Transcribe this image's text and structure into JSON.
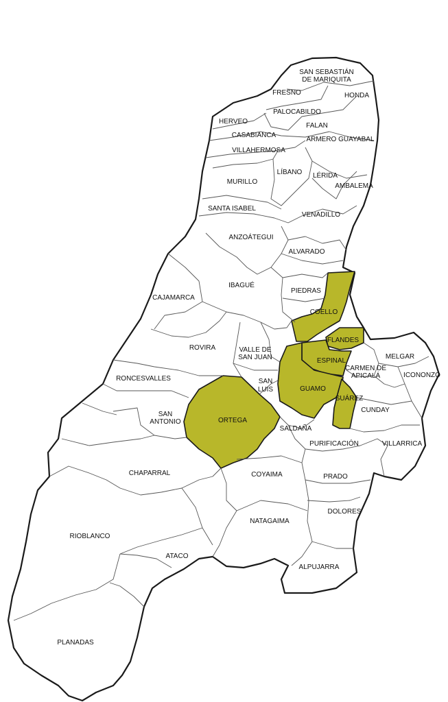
{
  "map": {
    "highlight_color": "#b8b72a",
    "outline_color": "#1a1a1a",
    "border_color": "#555555",
    "highlighted": [
      "COELLO",
      "FLANDES",
      "ESPINAL",
      "GUAMO",
      "SUÁREZ",
      "ORTEGA"
    ],
    "municipalities": [
      {
        "id": "mariquita",
        "name": "SAN SEBASTIÁN DE MARIQUITA",
        "lines": [
          "SAN SEBASTIÁN",
          "DE MARIQUITA"
        ],
        "highlight": false
      },
      {
        "id": "fresno",
        "name": "FRESNO",
        "lines": [
          "FRESNO"
        ],
        "highlight": false
      },
      {
        "id": "honda",
        "name": "HONDA",
        "lines": [
          "HONDA"
        ],
        "highlight": false
      },
      {
        "id": "palocabildo",
        "name": "PALOCABILDO",
        "lines": [
          "PALOCABILDO"
        ],
        "highlight": false
      },
      {
        "id": "herveo",
        "name": "HERVEO",
        "lines": [
          "HERVEO"
        ],
        "highlight": false
      },
      {
        "id": "falan",
        "name": "FALAN",
        "lines": [
          "FALAN"
        ],
        "highlight": false
      },
      {
        "id": "casabianca",
        "name": "CASABIANCA",
        "lines": [
          "CASABIANCA"
        ],
        "highlight": false
      },
      {
        "id": "armero",
        "name": "ARMERO GUAYABAL",
        "lines": [
          "ARMERO GUAYABAL"
        ],
        "highlight": false
      },
      {
        "id": "villahermosa",
        "name": "VILLAHERMOSA",
        "lines": [
          "VILLAHERMOSA"
        ],
        "highlight": false
      },
      {
        "id": "libano",
        "name": "LÍBANO",
        "lines": [
          "LÍBANO"
        ],
        "highlight": false
      },
      {
        "id": "lerida",
        "name": "LÉRIDA",
        "lines": [
          "LÉRIDA"
        ],
        "highlight": false
      },
      {
        "id": "murillo",
        "name": "MURILLO",
        "lines": [
          "MURILLO"
        ],
        "highlight": false
      },
      {
        "id": "ambalema",
        "name": "AMBALEMA",
        "lines": [
          "AMBALEMA"
        ],
        "highlight": false
      },
      {
        "id": "santa-isabel",
        "name": "SANTA ISABEL",
        "lines": [
          "SANTA ISABEL"
        ],
        "highlight": false
      },
      {
        "id": "venadillo",
        "name": "VENADILLO",
        "lines": [
          "VENADILLO"
        ],
        "highlight": false
      },
      {
        "id": "anzoategui",
        "name": "ANZOÁTEGUI",
        "lines": [
          "ANZOÁTEGUI"
        ],
        "highlight": false
      },
      {
        "id": "alvarado",
        "name": "ALVARADO",
        "lines": [
          "ALVARADO"
        ],
        "highlight": false
      },
      {
        "id": "ibague",
        "name": "IBAGUÉ",
        "lines": [
          "IBAGUÉ"
        ],
        "highlight": false
      },
      {
        "id": "piedras",
        "name": "PIEDRAS",
        "lines": [
          "PIEDRAS"
        ],
        "highlight": false
      },
      {
        "id": "cajamarca",
        "name": "CAJAMARCA",
        "lines": [
          "CAJAMARCA"
        ],
        "highlight": false
      },
      {
        "id": "coello",
        "name": "COELLO",
        "lines": [
          "COELLO"
        ],
        "highlight": true
      },
      {
        "id": "flandes",
        "name": "FLANDES",
        "lines": [
          "FLANDES"
        ],
        "highlight": true
      },
      {
        "id": "rovira",
        "name": "ROVIRA",
        "lines": [
          "ROVIRA"
        ],
        "highlight": false
      },
      {
        "id": "valle-san-juan",
        "name": "VALLE DE SAN JUAN",
        "lines": [
          "VALLE DE",
          "SAN JUAN"
        ],
        "highlight": false
      },
      {
        "id": "espinal",
        "name": "ESPINAL",
        "lines": [
          "ESPINAL"
        ],
        "highlight": true
      },
      {
        "id": "melgar",
        "name": "MELGAR",
        "lines": [
          "MELGAR"
        ],
        "highlight": false
      },
      {
        "id": "carmen-apicala",
        "name": "CARMEN DE APICALÁ",
        "lines": [
          "CARMEN DE",
          "APICALÁ"
        ],
        "highlight": false
      },
      {
        "id": "icononzo",
        "name": "ICONONZO",
        "lines": [
          "ICONONZO"
        ],
        "highlight": false
      },
      {
        "id": "roncesvalles",
        "name": "RONCESVALLES",
        "lines": [
          "RONCESVALLES"
        ],
        "highlight": false
      },
      {
        "id": "san-luis",
        "name": "SAN LUIS",
        "lines": [
          "SAN",
          "LUIS"
        ],
        "highlight": false
      },
      {
        "id": "guamo",
        "name": "GUAMO",
        "lines": [
          "GUAMO"
        ],
        "highlight": true
      },
      {
        "id": "suarez",
        "name": "SUÁREZ",
        "lines": [
          "SUÁREZ"
        ],
        "highlight": true
      },
      {
        "id": "cunday",
        "name": "CUNDAY",
        "lines": [
          "CUNDAY"
        ],
        "highlight": false
      },
      {
        "id": "san-antonio",
        "name": "SAN ANTONIO",
        "lines": [
          "SAN",
          "ANTONIO"
        ],
        "highlight": false
      },
      {
        "id": "ortega",
        "name": "ORTEGA",
        "lines": [
          "ORTEGA"
        ],
        "highlight": true
      },
      {
        "id": "saldana",
        "name": "SALDAÑA",
        "lines": [
          "SALDAÑA"
        ],
        "highlight": false
      },
      {
        "id": "purificacion",
        "name": "PURIFICACIÓN",
        "lines": [
          "PURIFICACIÓN"
        ],
        "highlight": false
      },
      {
        "id": "villarrica",
        "name": "VILLARRICA",
        "lines": [
          "VILLARRICA"
        ],
        "highlight": false
      },
      {
        "id": "chaparral",
        "name": "CHAPARRAL",
        "lines": [
          "CHAPARRAL"
        ],
        "highlight": false
      },
      {
        "id": "coyaima",
        "name": "COYAIMA",
        "lines": [
          "COYAIMA"
        ],
        "highlight": false
      },
      {
        "id": "prado",
        "name": "PRADO",
        "lines": [
          "PRADO"
        ],
        "highlight": false
      },
      {
        "id": "dolores",
        "name": "DOLORES",
        "lines": [
          "DOLORES"
        ],
        "highlight": false
      },
      {
        "id": "natagaima",
        "name": "NATAGAIMA",
        "lines": [
          "NATAGAIMA"
        ],
        "highlight": false
      },
      {
        "id": "rioblanco",
        "name": "RIOBLANCO",
        "lines": [
          "RIOBLANCO"
        ],
        "highlight": false
      },
      {
        "id": "ataco",
        "name": "ATACO",
        "lines": [
          "ATACO"
        ],
        "highlight": false
      },
      {
        "id": "alpujarra",
        "name": "ALPUJARRA",
        "lines": [
          "ALPUJARRA"
        ],
        "highlight": false
      },
      {
        "id": "planadas",
        "name": "PLANADAS",
        "lines": [
          "PLANADAS"
        ],
        "highlight": false
      }
    ]
  }
}
